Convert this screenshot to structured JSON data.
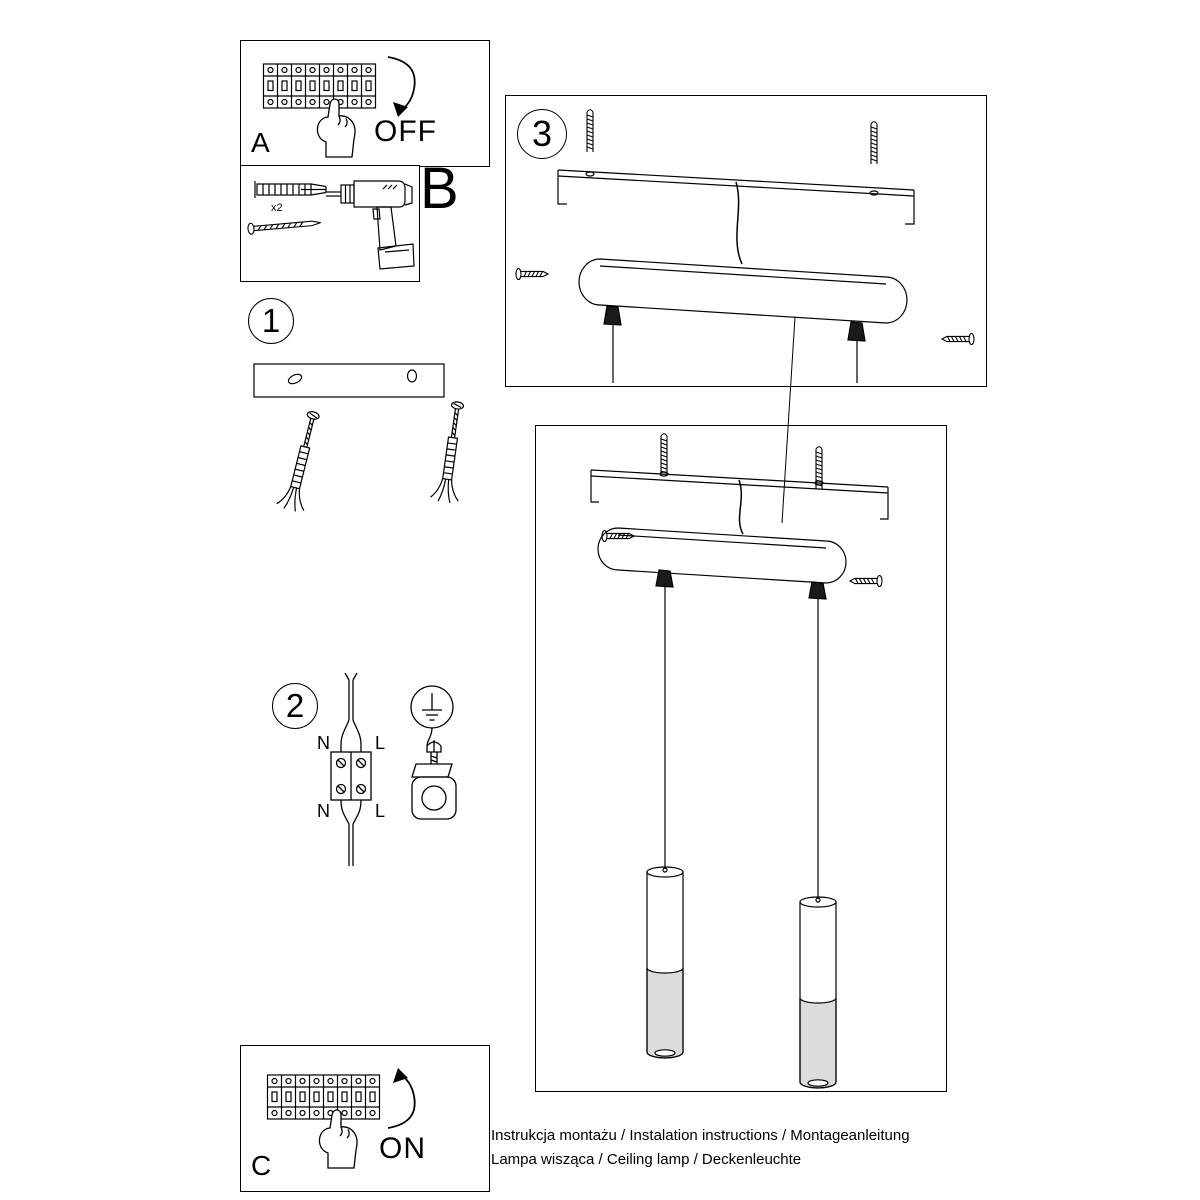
{
  "style": {
    "ink": "#000000",
    "paper": "#ffffff"
  },
  "panel_a": {
    "label": "A",
    "switch_state": "OFF"
  },
  "panel_b": {
    "label": "B",
    "anchor_qty": "x2"
  },
  "step_1": {
    "number": "1"
  },
  "step_2": {
    "number": "2",
    "terminal_top_left": "N",
    "terminal_top_right": "L",
    "terminal_bottom_left": "N",
    "terminal_bottom_right": "L"
  },
  "step_3": {
    "number": "3"
  },
  "panel_c": {
    "label": "C",
    "switch_state": "ON"
  },
  "footer": {
    "line1": "Instrukcja montażu / Instalation instructions / Montageanleitung",
    "line2": "Lampa wisząca / Ceiling lamp / Deckenleuchte"
  }
}
